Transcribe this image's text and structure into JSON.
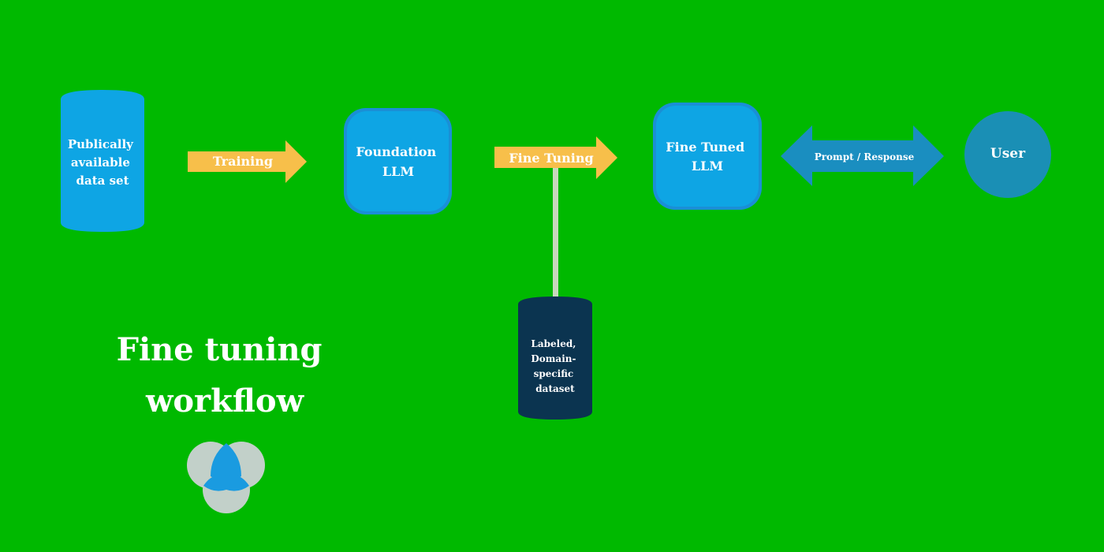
{
  "diagram": {
    "nodes": {
      "public_dataset": {
        "label_lines": [
          "Publically",
          "available",
          "data set"
        ]
      },
      "foundation_llm": {
        "label_lines": [
          "Foundation",
          "LLM"
        ]
      },
      "fine_tuned_llm": {
        "label_lines": [
          "Fine Tuned",
          "LLM"
        ]
      },
      "user": {
        "label": "User"
      },
      "labeled_dataset": {
        "label_lines": [
          "Labeled,",
          "Domain-",
          "specific",
          "dataset"
        ]
      }
    },
    "edges": {
      "training": {
        "label": "Training"
      },
      "fine_tuning": {
        "label": "Fine Tuning"
      },
      "prompt_response": {
        "label": "Prompt / Response"
      }
    },
    "title_lines": [
      "Fine tuning",
      "workflow"
    ]
  },
  "colors": {
    "background": "#00b900",
    "node_blue": "#0ea5e4",
    "node_edge_blue": "#1a8fd6",
    "arrow_yellow": "#f7bf4a",
    "arrow_blue": "#1a8ec0",
    "user_blue": "#1a8fb5",
    "dark_dataset": "#0b3450",
    "connector": "#c8d8bd",
    "logo_circle": "#c2d0c9",
    "logo_center": "#1a9be0"
  }
}
